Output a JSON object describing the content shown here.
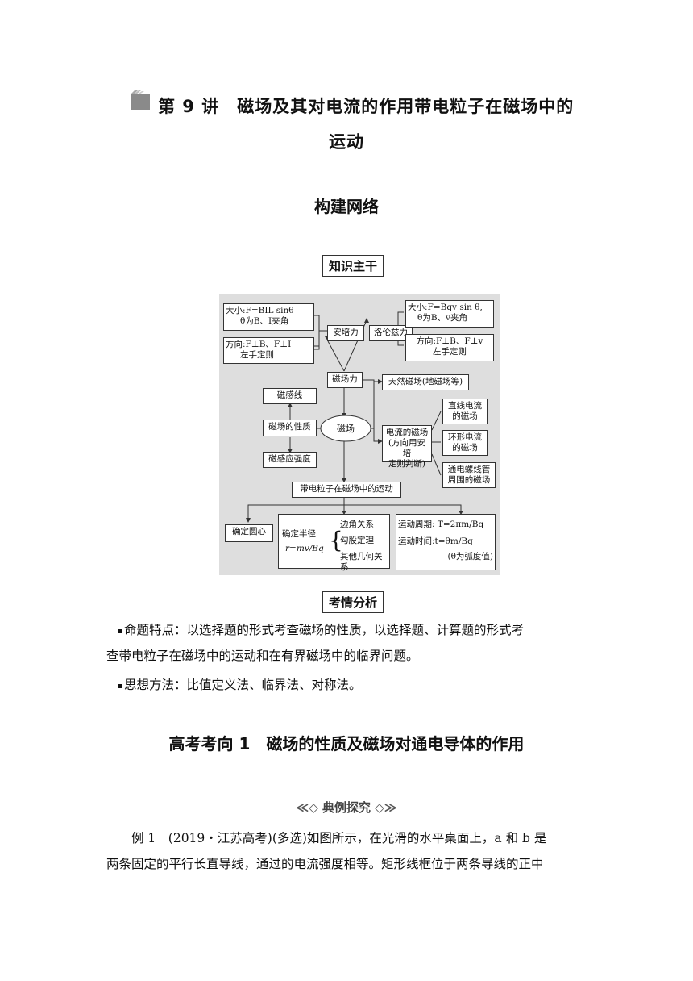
{
  "header": {
    "title_line1": "第 9 讲　磁场及其对电流的作用带电粒子在磁场中的",
    "title_line2": "运动",
    "section": "构建网络"
  },
  "labels": {
    "knowledge": "知识主干",
    "analysis": "考情分析",
    "example_banner": "典例探究",
    "direction_title": "高考考向 1　磁场的性质及磁场对通电导体的作用"
  },
  "diagram": {
    "ampere_size_1": "大小:F=BIL sinθ",
    "ampere_size_2": "θ为B、I夹角",
    "ampere_dir_1": "方向:F⊥B、F⊥I",
    "ampere_dir_2": "左手定则",
    "ampere_force": "安培力",
    "lorentz_force": "洛伦兹力",
    "lorentz_size_1": "大小:F=Bqv sin θ,",
    "lorentz_size_2": "θ为B、v夹角",
    "lorentz_dir_1": "方向:F⊥B、F⊥v",
    "lorentz_dir_2": "左手定则",
    "mag_force": "磁场力",
    "natural_field": "天然磁场(地磁场等)",
    "field_lines": "磁感线",
    "field_property": "磁场的性质",
    "field_strength": "磁感应强度",
    "magnetic_field": "磁场",
    "current_field_1": "电流的磁场",
    "current_field_2": "(方向用安培",
    "current_field_3": "定则判断)",
    "straight_1": "直线电流",
    "straight_2": "的磁场",
    "ring_1": "环形电流",
    "ring_2": "的磁场",
    "solenoid_1": "通电螺线管",
    "solenoid_2": "周围的磁场",
    "charged_motion": "带电粒子在磁场中的运动",
    "find_center": "确定圆心",
    "radius_label": "确定半径",
    "radius_formula": "r=mv/Bq",
    "geo_1": "边角关系",
    "geo_2": "勾股定理",
    "geo_3": "其他几何关系",
    "period": "运动周期: T=2πm/Bq",
    "time": "运动时间:t=θm/Bq",
    "theta_note": "(θ为弧度值)"
  },
  "analysis": {
    "item1_line1": "命题特点：以选择题的形式考查磁场的性质，以选择题、计算题的形式考",
    "item1_line2": "查带电粒子在磁场中的运动和在有界磁场中的临界问题。",
    "item2": "思想方法：比值定义法、临界法、对称法。"
  },
  "example": {
    "line1": "例 1　(2019・江苏高考)(多选)如图所示，在光滑的水平桌面上，a 和 b 是",
    "line2": "两条固定的平行长直导线，通过的电流强度相等。矩形线框位于两条导线的正中"
  }
}
